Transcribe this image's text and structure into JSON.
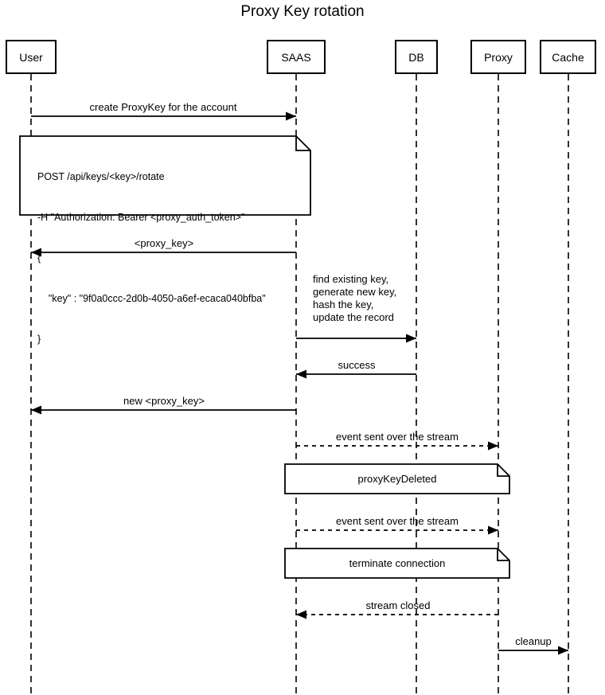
{
  "diagram": {
    "title": "Proxy Key rotation",
    "participants": [
      {
        "id": "user",
        "label": "User"
      },
      {
        "id": "saas",
        "label": "SAAS"
      },
      {
        "id": "db",
        "label": "DB"
      },
      {
        "id": "proxy",
        "label": "Proxy"
      },
      {
        "id": "cache",
        "label": "Cache"
      }
    ],
    "messages": [
      {
        "from": "User",
        "to": "SAAS",
        "style": "solid",
        "label": "create ProxyKey for the account"
      },
      {
        "from": "SAAS",
        "to": "User",
        "style": "solid",
        "label": "<proxy_key>"
      },
      {
        "from": "SAAS",
        "to": "DB",
        "style": "solid",
        "label_lines": [
          "find existing key,",
          "generate new key,",
          "hash the key,",
          "update the record"
        ]
      },
      {
        "from": "DB",
        "to": "SAAS",
        "style": "solid",
        "label": "success"
      },
      {
        "from": "SAAS",
        "to": "User",
        "style": "solid",
        "label": "new <proxy_key>"
      },
      {
        "from": "SAAS",
        "to": "Proxy",
        "style": "dashed",
        "label": "event sent over the stream"
      },
      {
        "from": "SAAS",
        "to": "Proxy",
        "style": "dashed",
        "label": "event sent over the stream"
      },
      {
        "from": "Proxy",
        "to": "SAAS",
        "style": "dashed",
        "label": "stream closed"
      },
      {
        "from": "Proxy",
        "to": "Cache",
        "style": "solid",
        "label": "cleanup"
      }
    ],
    "notes": [
      {
        "over": "User, SAAS",
        "lines": [
          "POST /api/keys/<key>/rotate",
          "-H \"Authorization: Bearer <proxy_auth_token>\"",
          "{",
          "    \"key\" : \"9f0a0ccc-2d0b-4050-a6ef-ecaca040bfba\"",
          "}"
        ]
      },
      {
        "over": "SAAS, Proxy",
        "label": "proxyKeyDeleted"
      },
      {
        "over": "SAAS, Proxy",
        "label": "terminate connection"
      }
    ],
    "colors": {
      "line": "#000000",
      "text": "#000000",
      "background": "#ffffff"
    }
  }
}
